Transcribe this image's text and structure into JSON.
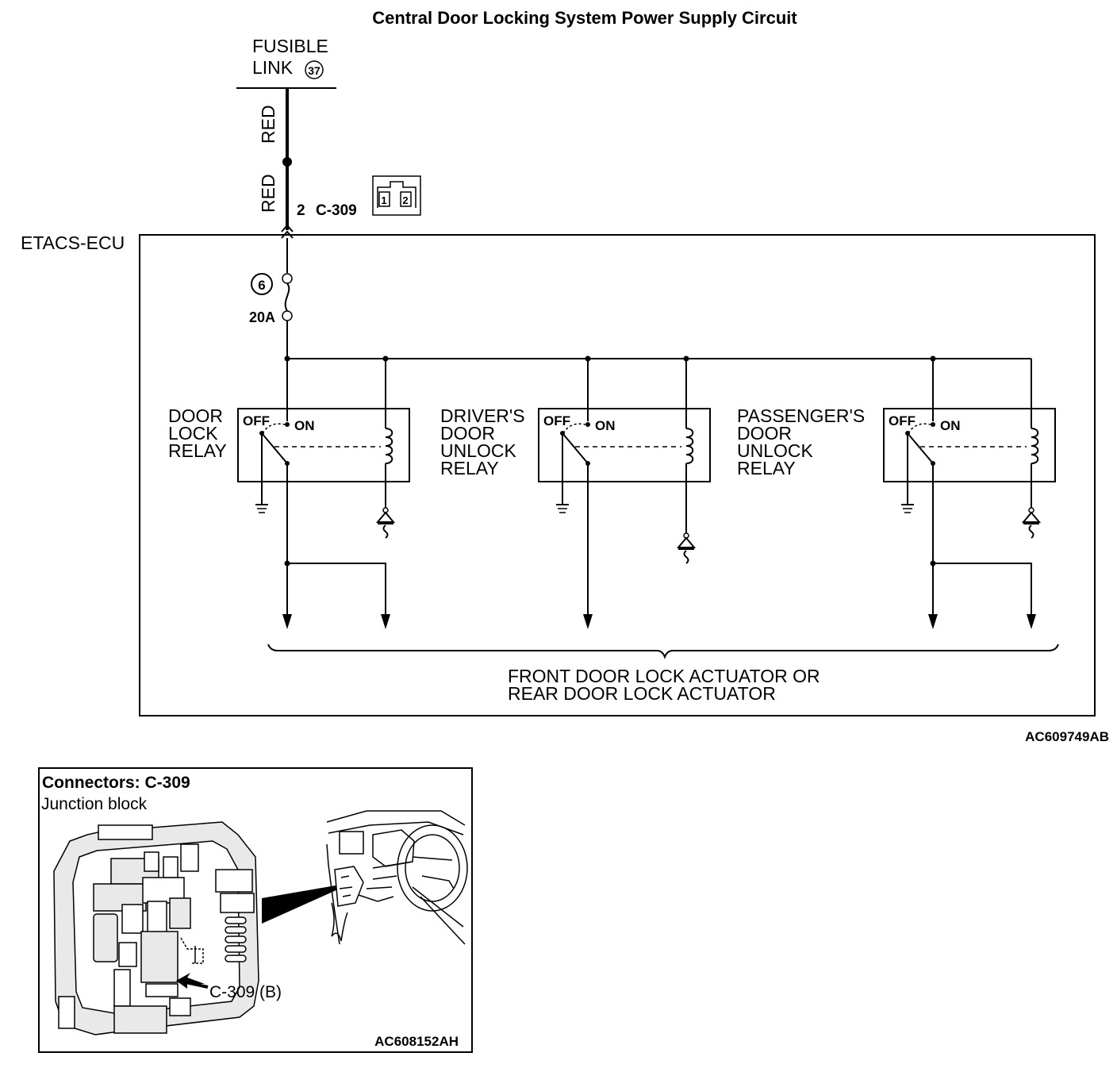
{
  "title": "Central Door Locking System Power Supply Circuit",
  "fusible_link": {
    "line1": "FUSIBLE",
    "line2": "LINK",
    "number": "37"
  },
  "wire_color_upper": "RED",
  "wire_color_lower": "RED",
  "connector": {
    "pin": "2",
    "name": "C-309",
    "pin_labels": [
      "1",
      "2"
    ]
  },
  "ecu_label": "ETACS-ECU",
  "fuse": {
    "number": "6",
    "rating": "20A"
  },
  "relays": [
    {
      "line1": "DOOR",
      "line2": "LOCK",
      "line3": "RELAY",
      "line4": "",
      "off": "OFF",
      "on": "ON"
    },
    {
      "line1": "DRIVER'S",
      "line2": "DOOR",
      "line3": "UNLOCK",
      "line4": "RELAY",
      "off": "OFF",
      "on": "ON"
    },
    {
      "line1": "PASSENGER'S",
      "line2": "DOOR",
      "line3": "UNLOCK",
      "line4": "RELAY",
      "off": "OFF",
      "on": "ON"
    }
  ],
  "actuator_label": {
    "line1": "FRONT DOOR LOCK ACTUATOR OR",
    "line2": "REAR DOOR LOCK ACTUATOR"
  },
  "diagram_code": "AC609749AB",
  "connector_panel": {
    "title": "Connectors: C-309",
    "subtitle": "Junction block",
    "callout": "C-309 (B)",
    "code": "AC608152AH"
  }
}
